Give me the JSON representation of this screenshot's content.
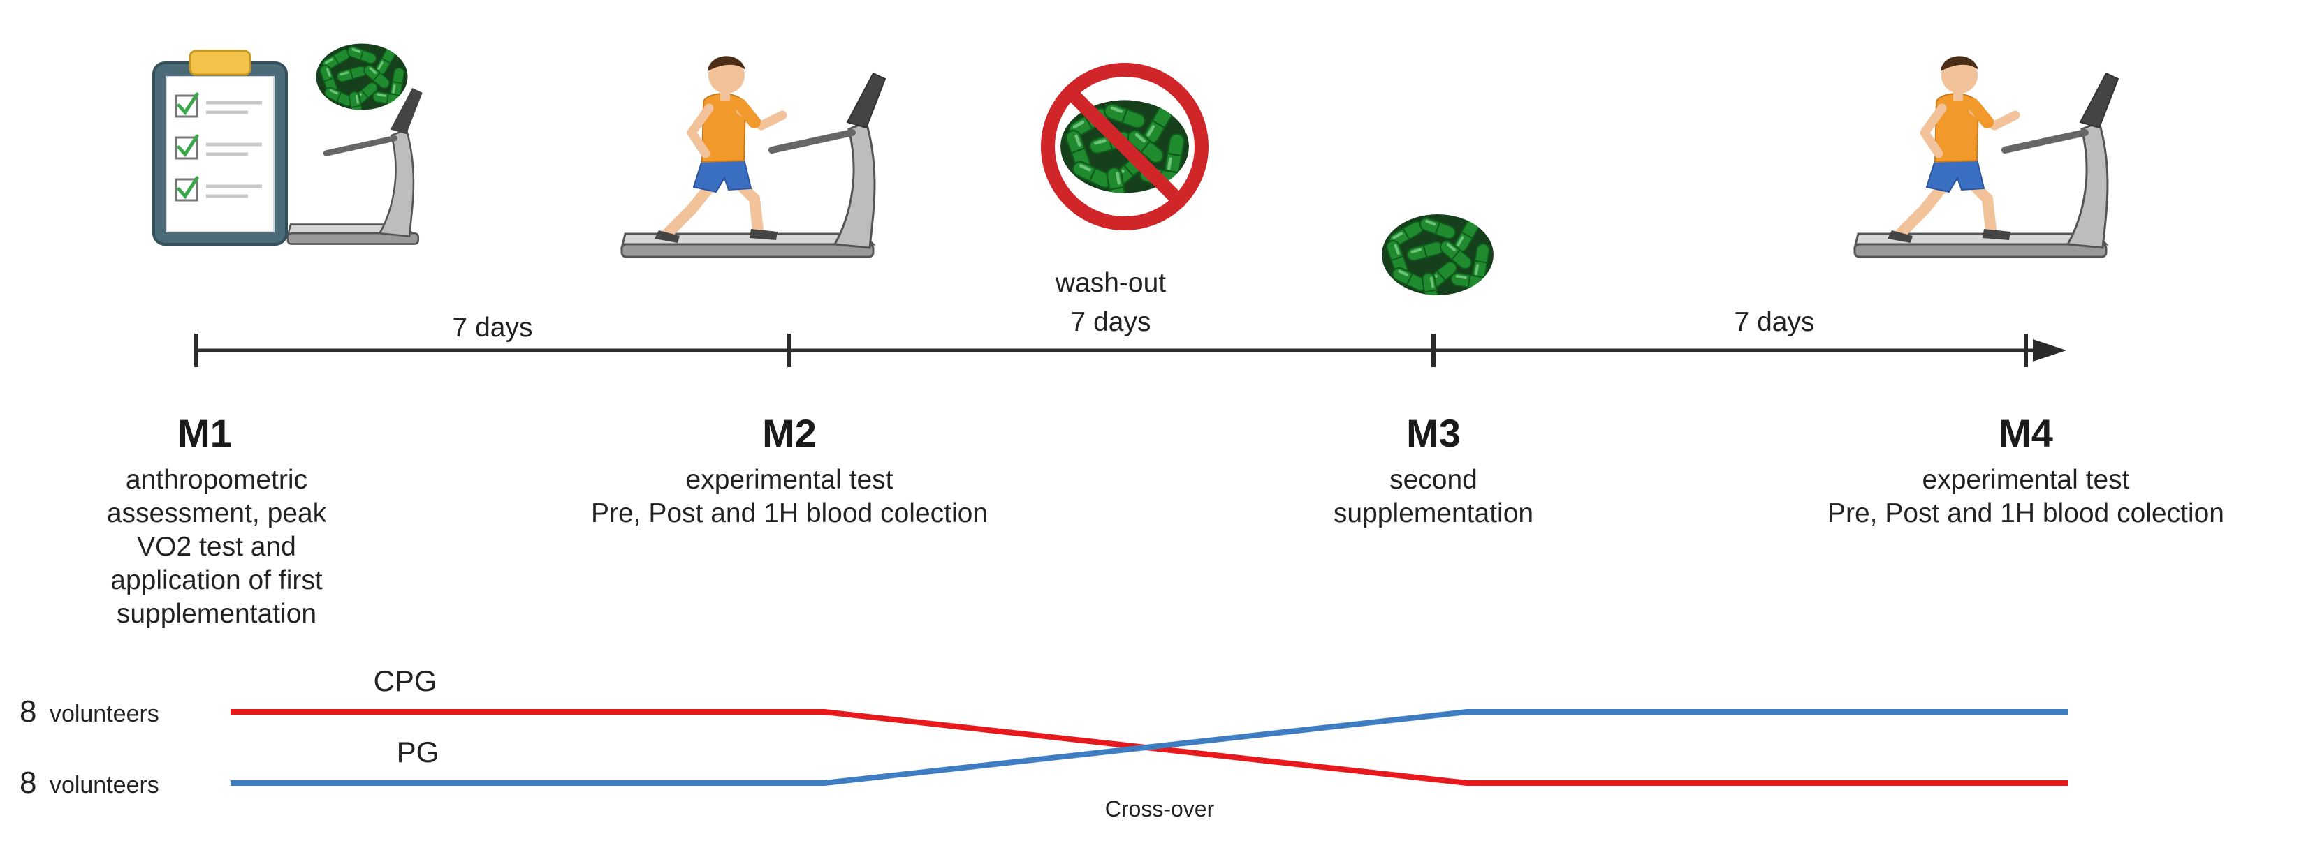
{
  "timeline": {
    "intervals": [
      {
        "label_lines": [
          "7 days"
        ]
      },
      {
        "label_lines": [
          "wash-out",
          "7 days"
        ]
      },
      {
        "label_lines": [
          "7 days"
        ]
      }
    ]
  },
  "milestones": [
    {
      "id": "M1",
      "title": "M1",
      "description": [
        "anthropometric",
        "assessment, peak",
        "VO2 test and",
        "application of first",
        "supplementation"
      ],
      "icon": "clipboard-checklist-with-capsules-and-treadmill"
    },
    {
      "id": "M2",
      "title": "M2",
      "description": [
        "experimental test",
        "Pre, Post and 1H blood colection"
      ],
      "icon": "runner-on-treadmill"
    },
    {
      "id": "M3",
      "title": "M3",
      "description": [
        "second",
        "supplementation"
      ],
      "icon": "green-capsules"
    },
    {
      "id": "M4",
      "title": "M4",
      "description": [
        "experimental test",
        "Pre, Post and 1H blood colection"
      ],
      "icon": "runner-on-treadmill"
    }
  ],
  "washout_icon": "no-capsules-prohibition-sign",
  "groups": [
    {
      "label": "CPG",
      "count": "8",
      "unit": "volunteers",
      "color": "#e8191c"
    },
    {
      "label": "PG",
      "count": "8",
      "unit": "volunteers",
      "color": "#3e7dc1"
    }
  ],
  "crossover_label": "Cross-over",
  "colors": {
    "axis": "#2b2b2b",
    "capsule": "#1f8a2e",
    "capsule_dark": "#0f5a1b",
    "prohibition": "#d0262a",
    "shirt": "#f19a2b",
    "shorts": "#3a6fc2",
    "skin": "#f2c29b",
    "hair": "#4a2c17",
    "treadmill": "#9a9a9a",
    "treadmill_dark": "#555555",
    "clipboard": "#4b6b78",
    "clip": "#f3c24a",
    "check": "#3aa84a"
  }
}
